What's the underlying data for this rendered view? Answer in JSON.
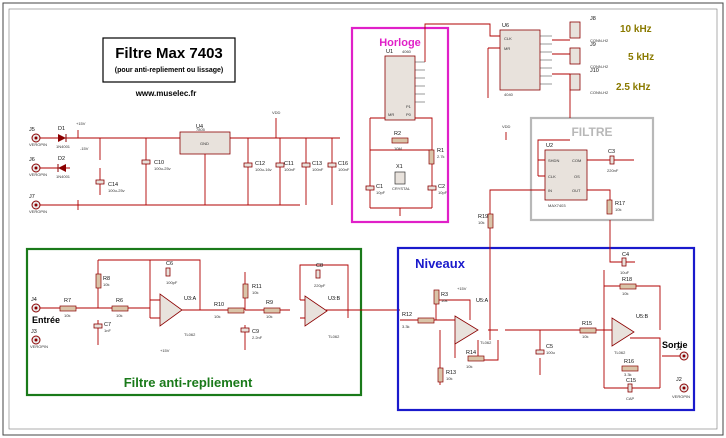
{
  "title": {
    "main": "Filtre Max 7403",
    "sub": "(pour anti-repliement ou lissage)",
    "website": "www.muselec.fr"
  },
  "blocks": {
    "horloge": {
      "label": "Horloge",
      "color": "#e020c8"
    },
    "filtre": {
      "label": "FILTRE",
      "color": "#b8b8b8"
    },
    "niveaux": {
      "label": "Niveaux",
      "color": "#1a1acc"
    },
    "antirepliement": {
      "label": "Filtre anti-repliement",
      "color": "#1a7a1a"
    }
  },
  "frequencies": [
    "10 kHz",
    "5 kHz",
    "2.5 kHz"
  ],
  "freq_color": "#8a7a00",
  "io": {
    "entree": "Entrée",
    "sortie": "Sortie"
  },
  "connectors": {
    "J5": "J5",
    "J6": "J6",
    "J7": "J7",
    "J4": "J4",
    "J3": "J3",
    "J1": "J1",
    "J2": "J2",
    "J8": "J8",
    "J9": "J9",
    "J10": "J10",
    "conn_type": "CONN-H2",
    "vero": "VEROPIN"
  },
  "power": {
    "D1": "D1",
    "D2": "D2",
    "diode": "1N4001",
    "U4": "U4",
    "reg": "7805",
    "C10": "C10",
    "C10v": "100u-25v",
    "C14": "C14",
    "C14v": "100u-25v",
    "C12": "C12",
    "C12v": "100u-16v",
    "C11": "C11",
    "C11v": "100nF",
    "C13": "C13",
    "C13v": "100nF",
    "C16": "C16",
    "C16v": "100nF",
    "vplus": "+15V",
    "vminus": "-15V",
    "vdd": "VDD",
    "gnd": "GND"
  },
  "clock": {
    "U1": "U1",
    "U1v": "4060",
    "R2": "R2",
    "R2v": "10M",
    "R1": "R1",
    "R1v": "2.7k",
    "X1": "X1",
    "X1v": "CRYSTAL",
    "C1": "C1",
    "C1v": "10pF",
    "C2": "C2",
    "C2v": "10pF",
    "pin_mr": "MR",
    "pin_p1": "P1",
    "pin_p0": "P0"
  },
  "divider": {
    "U6": "U6",
    "U6v": "4040",
    "pin_clk": "CLK",
    "pin_mr": "MR"
  },
  "filter_chip": {
    "U2": "U2",
    "U2v": "MAX7403",
    "C3": "C3",
    "C3v": "220nF",
    "pin_shdn": "SHDN",
    "pin_com": "COM",
    "pin_clk": "CLK",
    "pin_os": "OS",
    "pin_in": "IN",
    "pin_out": "OUT"
  },
  "aa": {
    "R7": "R7",
    "R6": "R6",
    "R8": "R8",
    "R8v": "10k",
    "C7": "C7",
    "C7v": "1nF",
    "C6": "C6",
    "C6v": "100pF",
    "U3A": "U3:A",
    "tl": "TL062",
    "R10": "R10",
    "R10v": "10k",
    "R11": "R11",
    "R11v": "10k",
    "C9": "C9",
    "C9v": "2.2nF",
    "R9": "R9",
    "R9v": "10k",
    "C8": "C8",
    "C8v": "220pF",
    "U3B": "U3:B",
    "R6v": "10k",
    "R7v": "10k"
  },
  "levels": {
    "R19": "R19",
    "R19v": "10k",
    "R3": "R3",
    "R3v": "10k",
    "R12": "R12",
    "R12v": "3.3k",
    "U5A": "U5:A",
    "R14": "R14",
    "R14v": "10k",
    "R13": "R13",
    "R13v": "10k",
    "C5": "C5",
    "C5v": "100u",
    "R15": "R15",
    "R15v": "10k",
    "R17": "R17",
    "R17v": "10k",
    "C4": "C4",
    "C4v": "10uF",
    "R18": "R18",
    "R18v": "10k",
    "U5B": "U5:B",
    "R16": "R16",
    "R16v": "3.3k",
    "C15": "C15",
    "C15v": "CAP"
  }
}
